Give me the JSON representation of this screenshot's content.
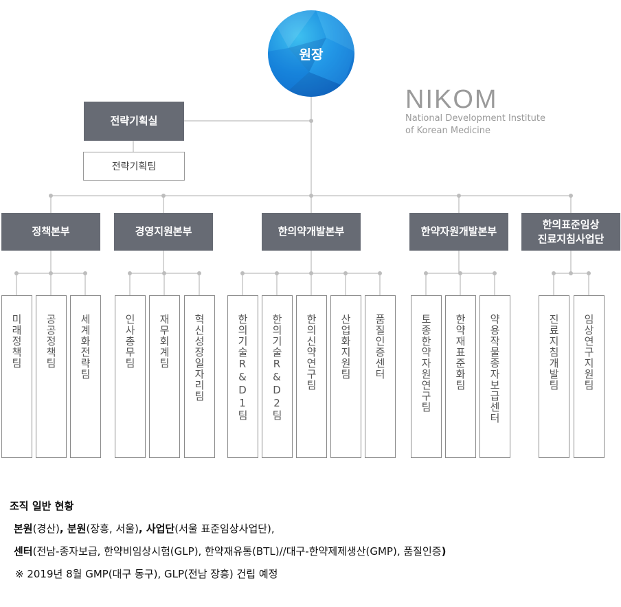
{
  "top": {
    "label": "원장"
  },
  "logo": {
    "mark": "NIKOM",
    "line1": "National Development Institute",
    "line2": "of Korean Medicine"
  },
  "staff": {
    "office": "전략기획실",
    "team": "전략기획팀"
  },
  "divisions": [
    {
      "label": "정책본부",
      "teams": [
        "미래정책팀",
        "공공정책팀",
        "세계화전략팀"
      ]
    },
    {
      "label": "경영지원본부",
      "teams": [
        "인사총무팀",
        "재무회계팀",
        "혁신성장일자리팀"
      ]
    },
    {
      "label": "한의약개발본부",
      "teams": [
        "한의기술R&D1팀",
        "한의기술R&D2팀",
        "한의신약연구팀",
        "산업화지원팀",
        "품질인증센터"
      ]
    },
    {
      "label": "한약자원개발본부",
      "teams": [
        "토종한약자원연구팀",
        "한약재표준화팀",
        "약용작물종자보급센터"
      ]
    },
    {
      "label": "한의표준임상 진료지침사업단",
      "label_line1": "한의표준임상",
      "label_line2": "진료지침사업단",
      "teams": [
        "진료지침개발팀",
        "임상연구지원팀"
      ]
    }
  ],
  "notes": {
    "heading": "조직 일반 현황",
    "line1_a": "본원",
    "line1_b": "(경산)",
    "line1_c": ", 분원",
    "line1_d": "(장흥, 서울)",
    "line1_e": ", 사업단",
    "line1_f": "(서울 표준임상사업단),",
    "line2_a": "센터",
    "line2_b": "(전남-종자보급, 한약비임상시험(GLP), 한약재유통(BTL)//대구-한약제제생산(GMP), 품질인증",
    "line2_c": ")",
    "line3": "※ 2019년 8월 GMP(대구 동구), GLP(전남 장흥) 건립 예정"
  },
  "colors": {
    "dept_fill": "#676b74",
    "line": "#c8c8c8",
    "circle": "#1d8fe0",
    "logo": "#9a9a9a"
  }
}
